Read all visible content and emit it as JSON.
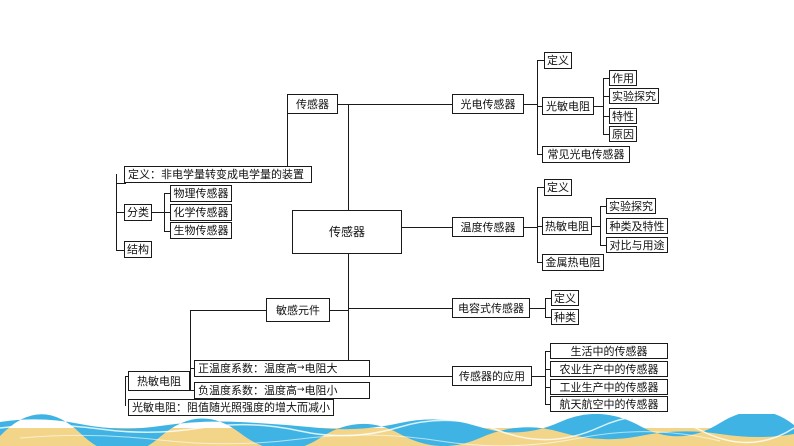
{
  "center": "传感器",
  "definition_branch": {
    "title": "传感器",
    "definition": "定义：非电学量转变成电学量的装置",
    "classification": "分类",
    "types": [
      "物理传感器",
      "化学传感器",
      "生物传感器"
    ],
    "structure": "结构"
  },
  "photoelectric": {
    "title": "光电传感器",
    "definition": "定义",
    "photoresistor": "光敏电阻",
    "photoresistor_items": [
      "作用",
      "实验探究",
      "特性",
      "原因"
    ],
    "common": "常见光电传感器"
  },
  "temperature": {
    "title": "温度传感器",
    "definition": "定义",
    "thermistor": "热敏电阻",
    "thermistor_items": [
      "实验探究",
      "种类及特性",
      "对比与用途"
    ],
    "metal": "金属热电阻"
  },
  "capacitive": {
    "title": "电容式传感器",
    "items": [
      "定义",
      "种类"
    ]
  },
  "application": {
    "title": "传感器的应用",
    "items": [
      "生活中的传感器",
      "农业生产中的传感器",
      "工业生产中的传感器",
      "航天航空中的传感器"
    ]
  },
  "sensitive": {
    "title": "敏感元件",
    "thermistor": "热敏电阻",
    "ptc": "正温度系数：温度高",
    "ptc_result": "电阻大",
    "ntc": "负温度系数：温度高",
    "ntc_result": "电阻小",
    "arrow": "→",
    "photoresistor": "光敏电阻：阻值随光照强度的增大而减小"
  },
  "colors": {
    "line": "#1a1a1a",
    "footer_blue": "#3fb4e4",
    "footer_sand": "#f3d58a"
  }
}
